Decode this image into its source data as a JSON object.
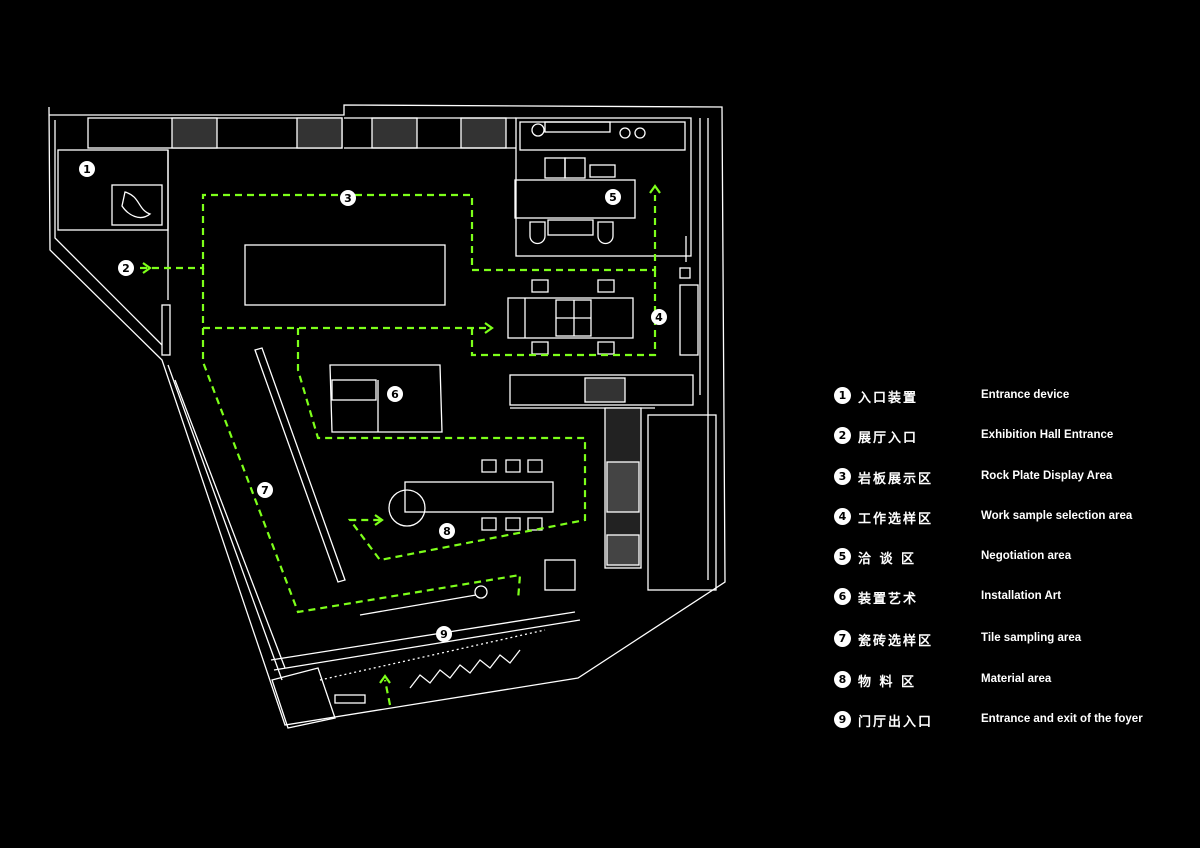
{
  "colors": {
    "background": "#000000",
    "wall": "#ffffff",
    "route": "#7dff1a",
    "marker_fill": "#ffffff",
    "marker_text": "#000000"
  },
  "markers": [
    "1",
    "2",
    "3",
    "4",
    "5",
    "6",
    "7",
    "8",
    "9"
  ],
  "legend": [
    {
      "num": "1",
      "cn": "入口装置",
      "en": "Entrance device"
    },
    {
      "num": "2",
      "cn": "展厅入口",
      "en": "Exhibition Hall Entrance"
    },
    {
      "num": "3",
      "cn": "岩板展示区",
      "en": "Rock Plate Display Area"
    },
    {
      "num": "4",
      "cn": "工作选样区",
      "en": "Work sample selection area"
    },
    {
      "num": "5",
      "cn": "洽 谈 区",
      "en": "Negotiation area"
    },
    {
      "num": "6",
      "cn": "装置艺术",
      "en": "Installation Art"
    },
    {
      "num": "7",
      "cn": "瓷砖选样区",
      "en": "Tile sampling area"
    },
    {
      "num": "8",
      "cn": "物 料 区",
      "en": "Material area"
    },
    {
      "num": "9",
      "cn": "门厅出入口",
      "en": "Entrance and exit of the foyer"
    }
  ]
}
